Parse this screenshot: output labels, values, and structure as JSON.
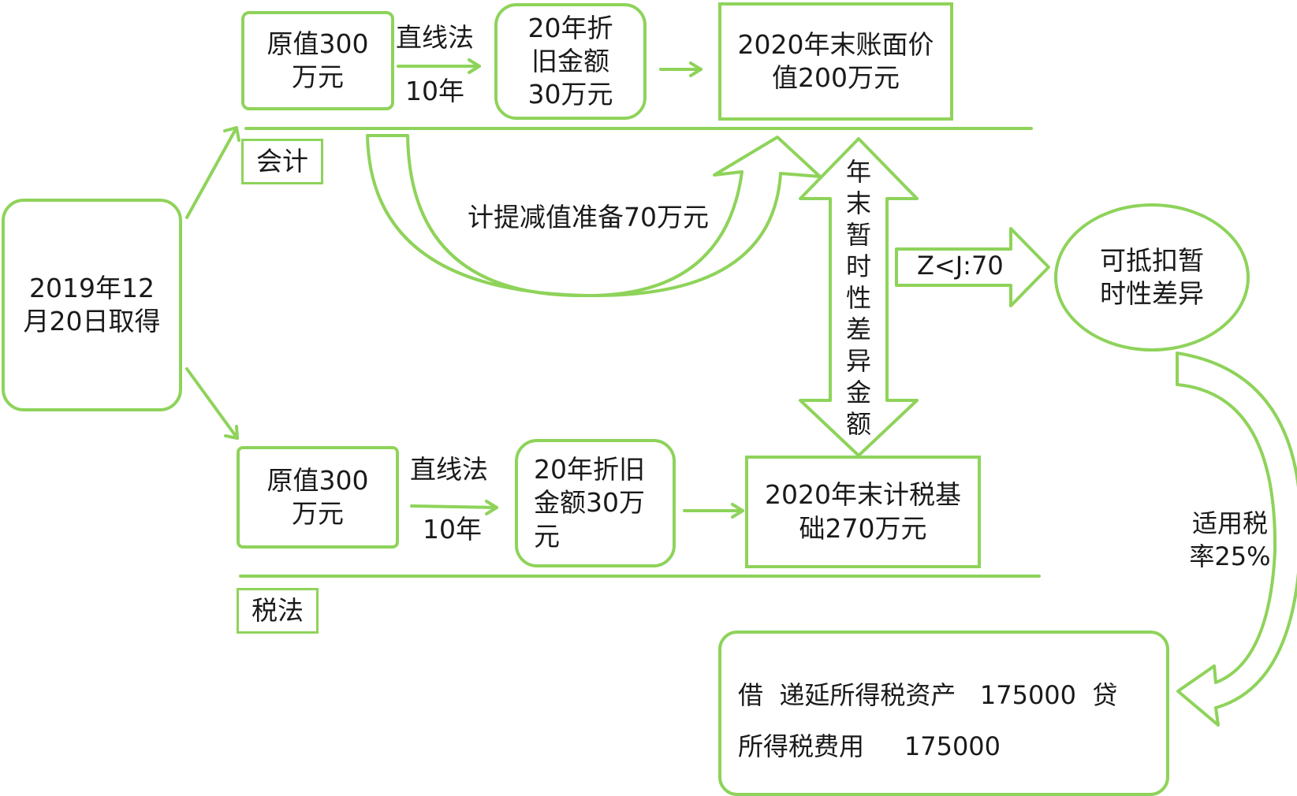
{
  "colors": {
    "accent": "#8ed35a",
    "text": "#1a1a1a"
  },
  "start": "2019年12月20日取得",
  "accounting": {
    "section_label": "会计",
    "original": "原值300万元",
    "method": "直线法",
    "years": "10年",
    "depreciation": "20年折旧金额30万元",
    "book_value": "2020年末账面价值200万元"
  },
  "impairment": "计提减值准备70万元",
  "temp_diff": "年末暂时性差异金额",
  "compare": "Z<J:70",
  "deductible": "可抵扣暂时性差异",
  "tax_rate": "适用税率25%",
  "tax": {
    "section_label": "税法",
    "original": "原值300万元",
    "method": "直线法",
    "years": "10年",
    "depreciation": "20年折旧金额30万元",
    "tax_base": "2020年末计税基础270万元"
  },
  "journal": {
    "line1": "借  递延所得税资产   175000  贷",
    "line2": "所得税费用     175000"
  }
}
